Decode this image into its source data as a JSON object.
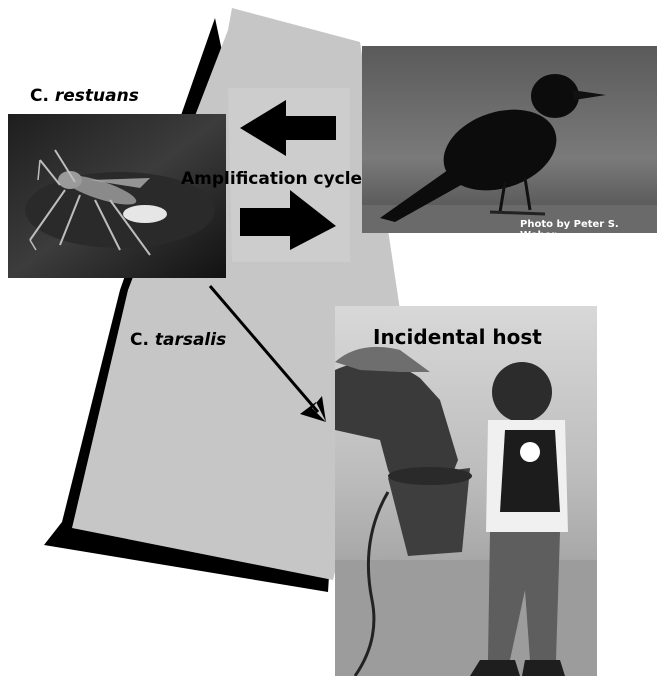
{
  "labels": {
    "mosquito_restuans_prefix": "C. ",
    "mosquito_restuans_species": "restuans",
    "mosquito_tarsalis_prefix": "C. ",
    "mosquito_tarsalis_species": "tarsalis",
    "cycle": "Amplification cycle",
    "incidental": "Incidental host",
    "photo_credit": "Photo by Peter S. Weber"
  },
  "colors": {
    "region_fill": "#c8c8c8",
    "region_border": "#000000",
    "arrow": "#000000"
  },
  "icons": {
    "mosquito": "mosquito-photo",
    "crow": "crow-photo",
    "child_horse": "child-feeding-horse-photo"
  }
}
